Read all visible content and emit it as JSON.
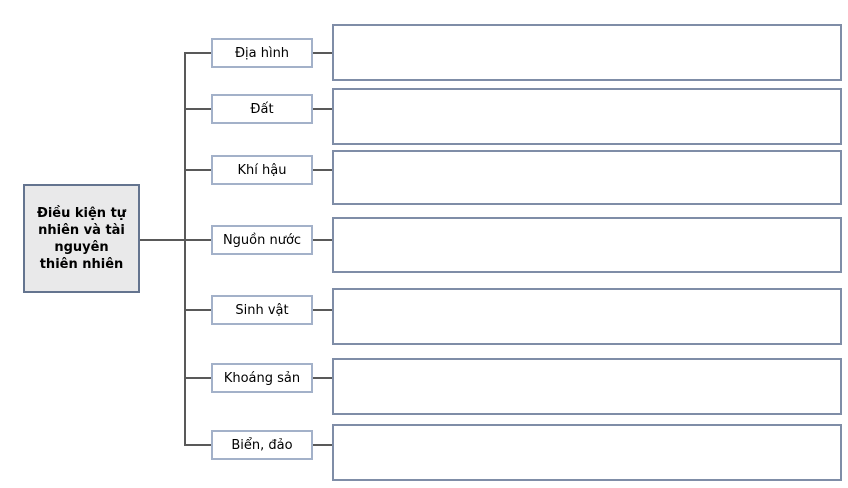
{
  "diagram": {
    "root": {
      "label": "Điều kiện tự nhiên và tài nguyên thiên nhiên",
      "lines": [
        "Điều kiện tự",
        "nhiên và tài",
        "nguyên",
        "thiên nhiên"
      ]
    },
    "branches": [
      {
        "label": "Địa hình",
        "detail": ""
      },
      {
        "label": "Đất",
        "detail": ""
      },
      {
        "label": "Khí hậu",
        "detail": ""
      },
      {
        "label": "Nguồn nước",
        "detail": ""
      },
      {
        "label": "Sinh vật",
        "detail": ""
      },
      {
        "label": "Khoáng sản",
        "detail": ""
      },
      {
        "label": "Biển, đảo",
        "detail": ""
      }
    ]
  },
  "colors": {
    "background": "#ffffff",
    "root-fill": "#e9e9ea",
    "root-border": "#64748f",
    "label-border": "#a3b1c9",
    "box-border": "#7f8da7",
    "line": "#595959",
    "text": "#000000"
  }
}
